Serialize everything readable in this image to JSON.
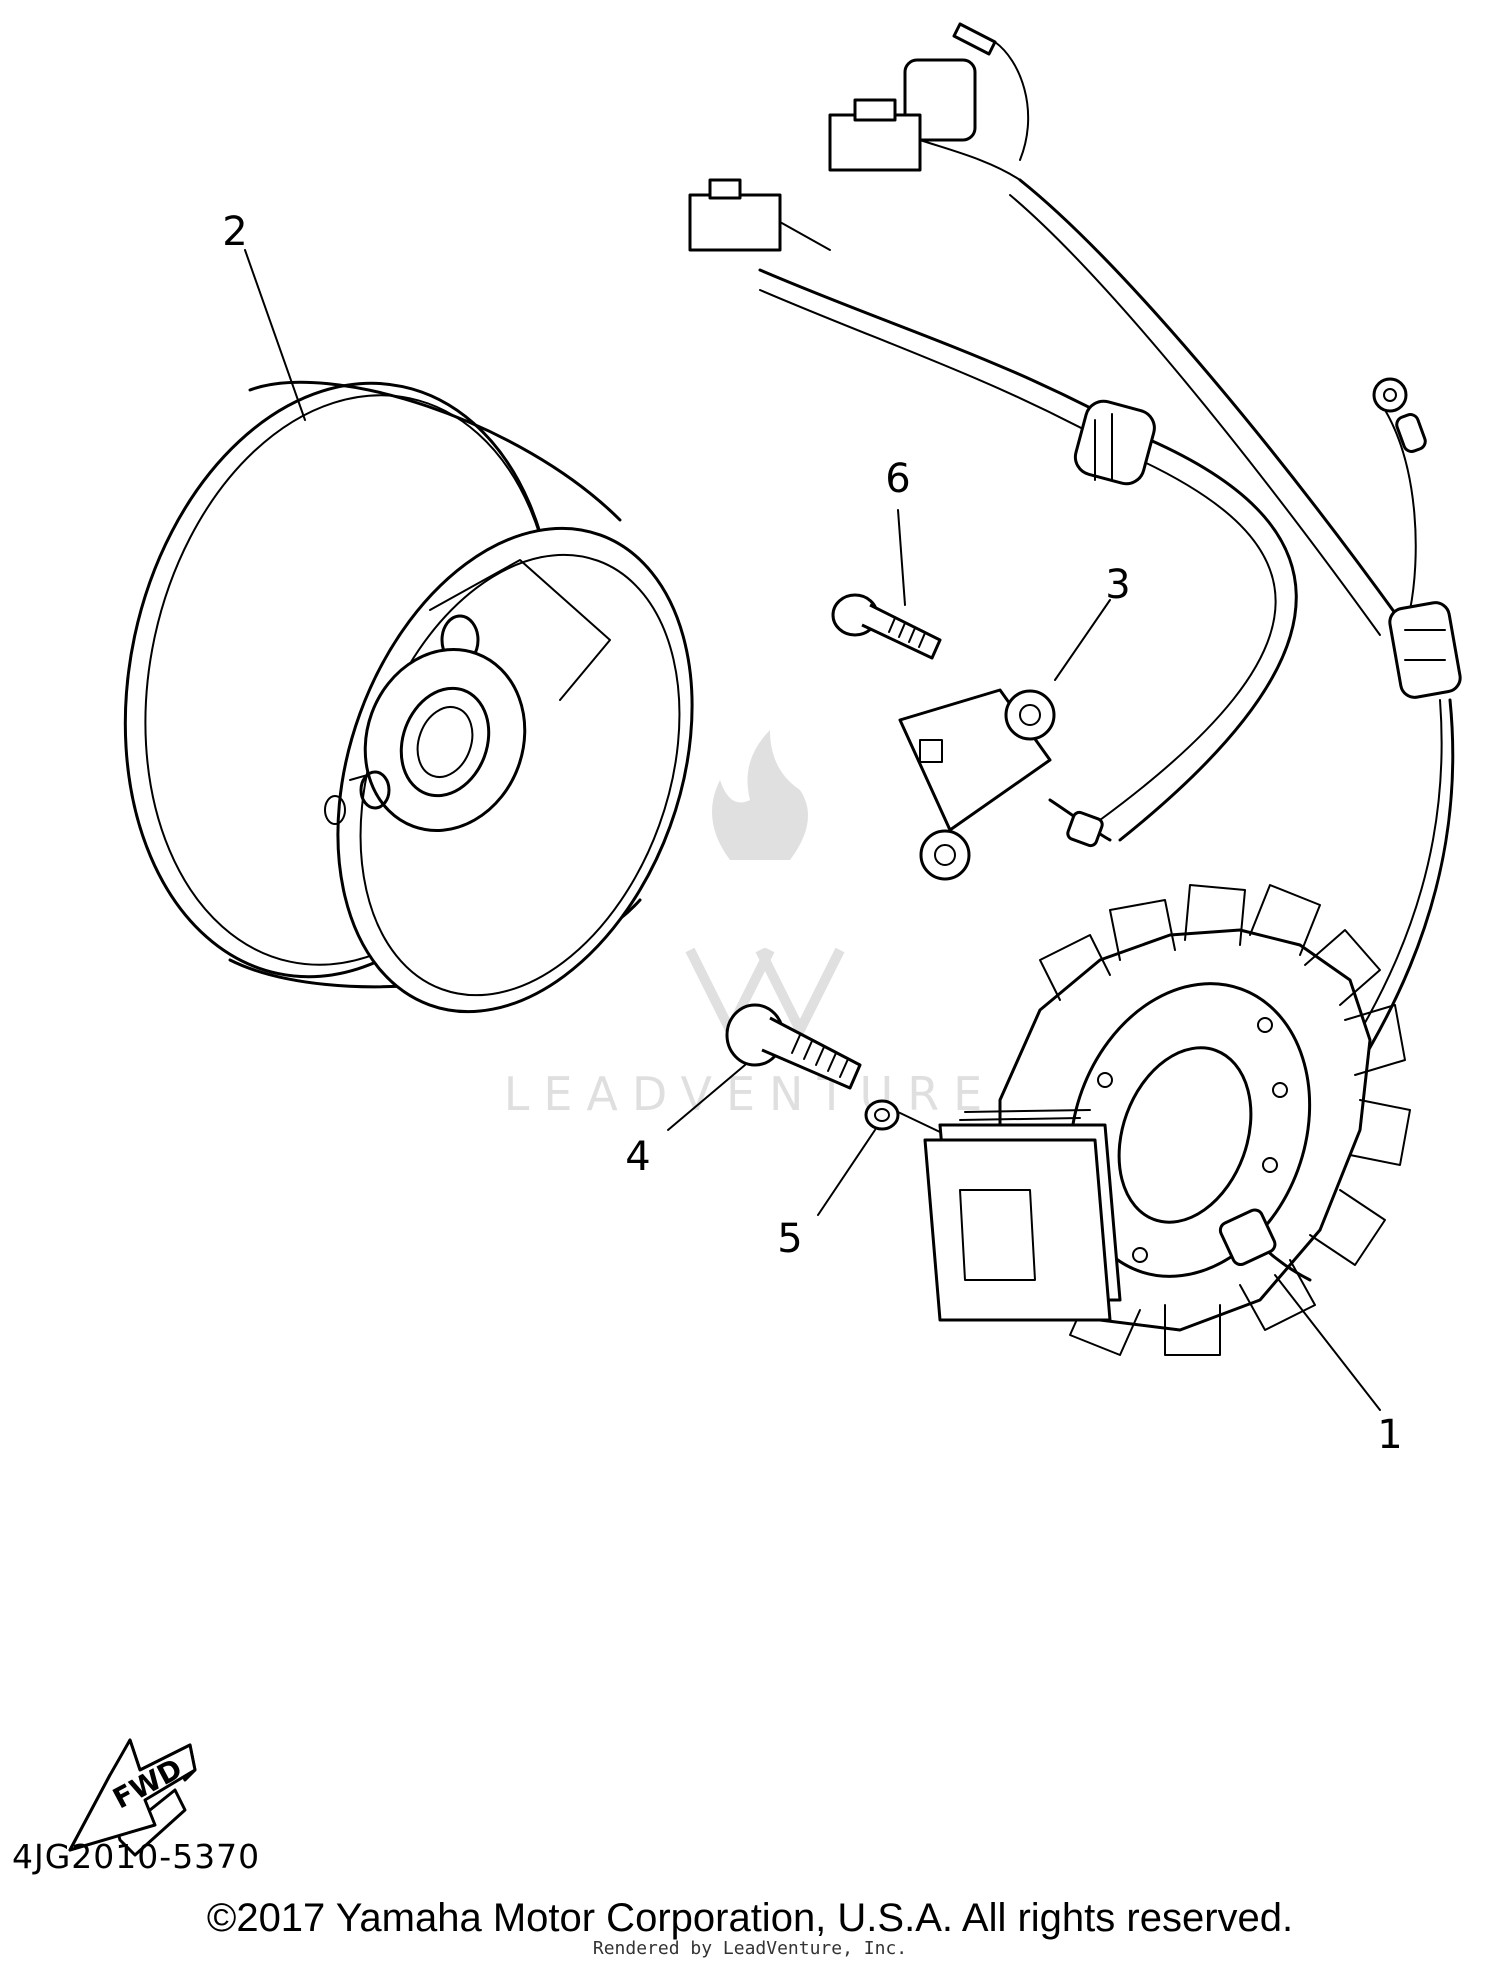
{
  "callouts": [
    {
      "id": "1",
      "label": "1"
    },
    {
      "id": "2",
      "label": "2"
    },
    {
      "id": "3",
      "label": "3"
    },
    {
      "id": "4",
      "label": "4"
    },
    {
      "id": "5",
      "label": "5"
    },
    {
      "id": "6",
      "label": "6"
    }
  ],
  "direction_badge": {
    "text": "FWD",
    "icon": "fwd-arrow-icon"
  },
  "diagram_code": "4JG2010-5370",
  "copyright": "©2017 Yamaha Motor Corporation, U.S.A. All rights reserved.",
  "rendered_by": "Rendered by LeadVenture, Inc.",
  "watermark": {
    "text": "LEADVENTURE",
    "icon": "leadventure-flame-logo"
  }
}
